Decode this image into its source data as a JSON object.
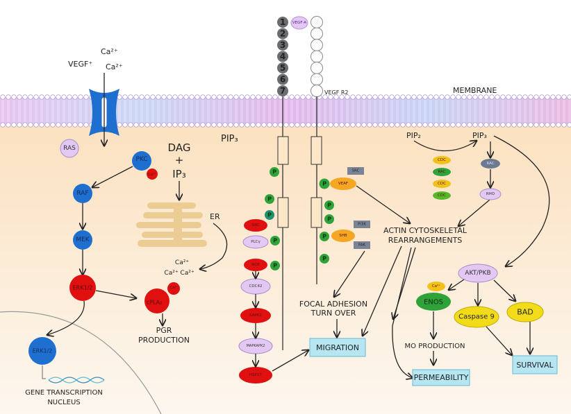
{
  "extracellular": {
    "ca1": "Ca²⁺",
    "vegf": "VEGF⁺",
    "ca2": "Ca²⁺"
  },
  "membrane_label": "MEMBRANE",
  "receptor": {
    "domains": [
      "1",
      "2",
      "3",
      "4",
      "5",
      "6",
      "7"
    ],
    "ligand": "VEGF-A",
    "label": "VEGF R2"
  },
  "left_pathway": {
    "ras": "RAS",
    "pkc": "PKC",
    "pkc_ca": "Ca²⁺",
    "raf": "RAF",
    "mek": "MEK",
    "erk": "ERK1/2",
    "cpla2": "cPLA₂",
    "cpla2_ca": "Ca²⁺",
    "pgr": [
      "PGR",
      "PRODUCTION"
    ],
    "dag": "DAG",
    "plus": "+",
    "ip3": "IP₃",
    "er": "ER",
    "ca_release": [
      "Ca²⁺",
      "Ca²⁺ Ca²⁺"
    ],
    "nuclear_erk": "ERK1/2",
    "nucleus": [
      "GENE TRANSCRIPTION",
      "NUCLEUS"
    ]
  },
  "pip3_label": "PIP₃",
  "receptor_chain": {
    "phospho": "P",
    "src": "SRC",
    "plcg": "PLCγ",
    "nck": "NCK",
    "cdc42": "CDC42",
    "sapk2": "SAPK2",
    "mapkapk2": "MAPKAPK2",
    "hsp27": "HSP27",
    "vegf_adapter": "VEAF",
    "shb": "SHB",
    "box_src": "SRC",
    "box_pi3k": "PI3K",
    "box_fak": "FAK"
  },
  "focal_adhesion": [
    "FOCAL ADHESION",
    "TURN OVER"
  ],
  "migration": "MIGRATION",
  "actin": [
    "ACTIN CYTOSKELETAL",
    "REARRANGEMENTS"
  ],
  "right_pathway": {
    "pip2": "PIP₂",
    "pip3": "PIP₃",
    "pills": [
      "CDC",
      "RAC",
      "CDC",
      "CDC"
    ],
    "gray_node": "RAC",
    "rho": "RHO",
    "akt": "AKT/PKB",
    "ca": "Ca²⁺",
    "enos": "ENOS",
    "caspase": "Caspase 9",
    "bad": "BAD",
    "no_production": "MO PRODUCTION",
    "permeability": "PERMEABILITY",
    "survival": "SURVIVAL"
  },
  "colors": {
    "blue": "#1e6fd0",
    "red": "#e01010",
    "green": "#2fa33a",
    "lavender": "#e2c8f3",
    "orange": "#f5a623",
    "yellow": "#f2dc1a",
    "box": "#b7e6f3",
    "gray": "#6b6e70"
  }
}
